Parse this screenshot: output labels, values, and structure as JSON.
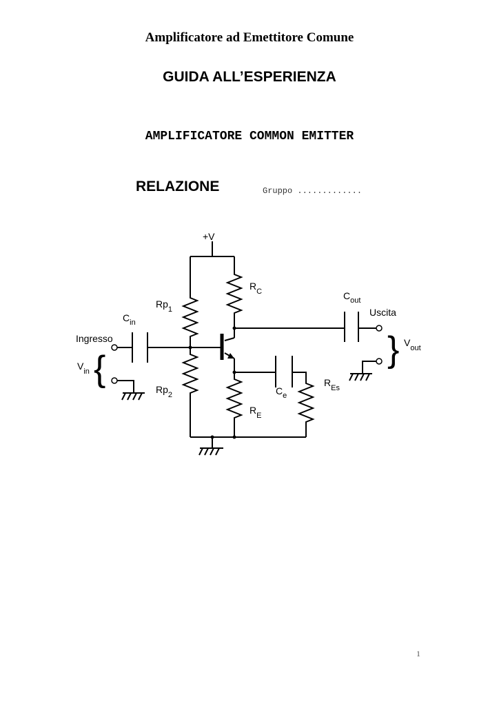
{
  "document": {
    "header": "Amplificatore ad Emettitore Comune",
    "guide_title": "GUIDA ALL’ESPERIENZA",
    "subtitle": "AMPLIFICATORE COMMON EMITTER",
    "report_label": "RELAZIONE",
    "group_label": "Gruppo .............",
    "page_number": "1"
  },
  "circuit": {
    "supply_label": "+V",
    "input_label": "Ingresso",
    "output_label": "Uscita",
    "components": {
      "rc": {
        "main": "R",
        "sub": "C"
      },
      "rp1": {
        "main": "Rp",
        "sub": "1"
      },
      "rp2": {
        "main": "Rp",
        "sub": "2"
      },
      "re": {
        "main": "R",
        "sub": "E"
      },
      "res": {
        "main": "R",
        "sub": "Es"
      },
      "cin": {
        "main": "C",
        "sub": "in"
      },
      "cout": {
        "main": "C",
        "sub": "out"
      },
      "ce": {
        "main": "C",
        "sub": "e"
      },
      "vin": {
        "main": "V",
        "sub": "in"
      },
      "vout": {
        "main": "V",
        "sub": "out"
      }
    }
  }
}
